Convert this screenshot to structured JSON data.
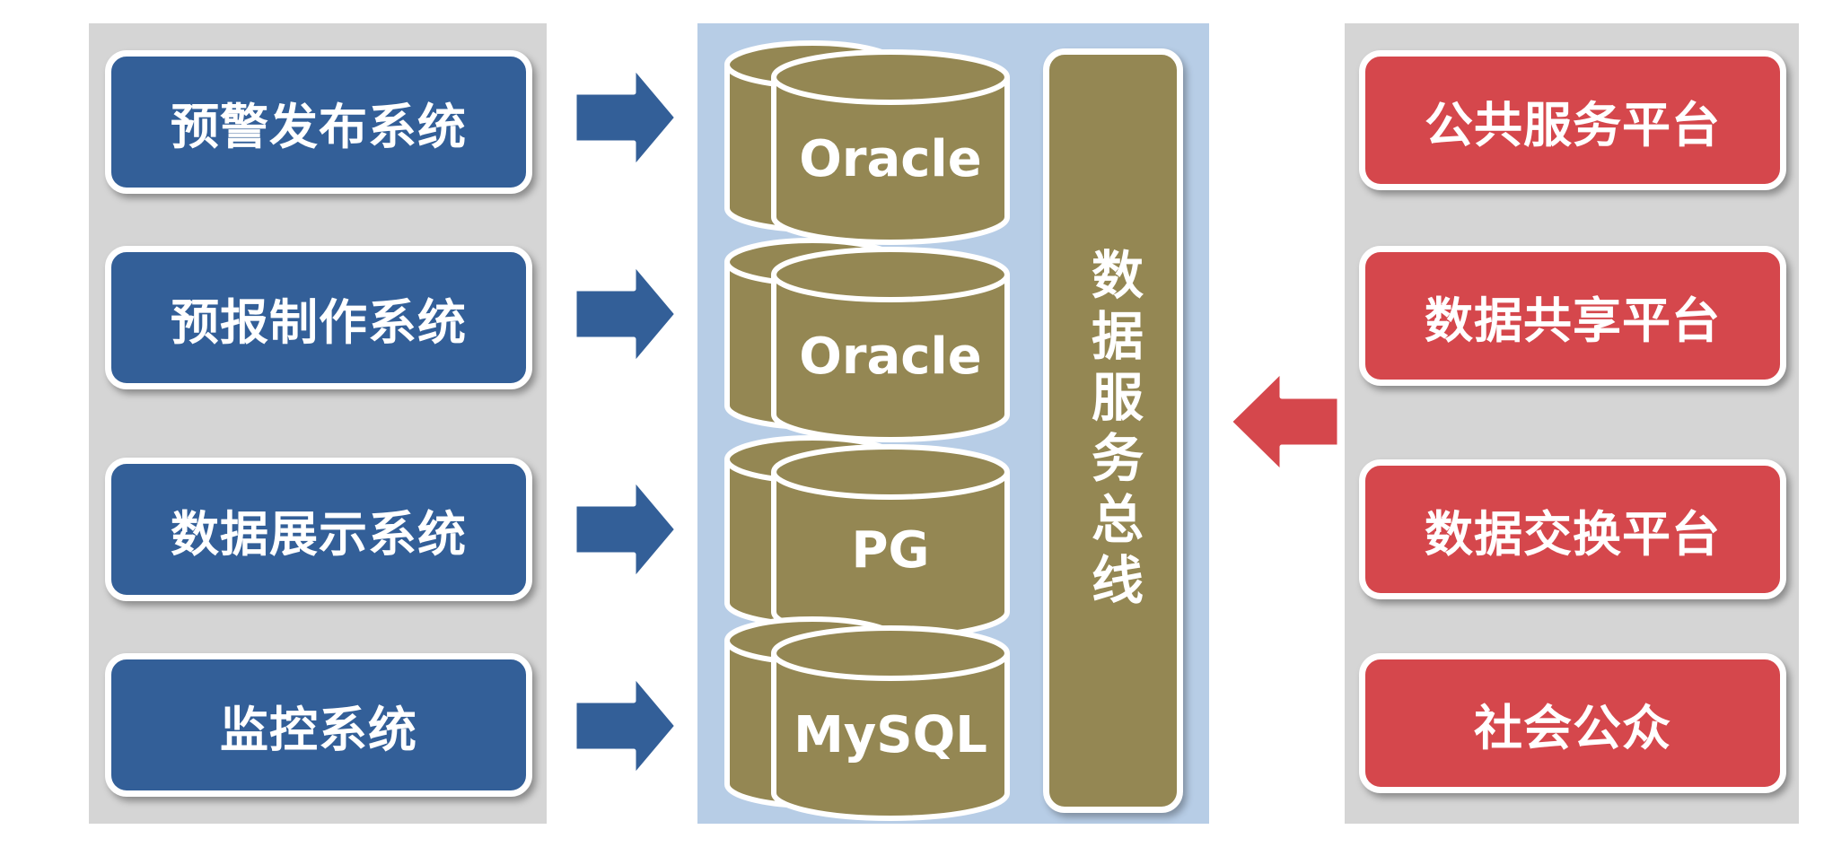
{
  "left_systems": [
    {
      "label": "预警发布系统"
    },
    {
      "label": "预报制作系统"
    },
    {
      "label": "数据展示系统"
    },
    {
      "label": "监控系统"
    }
  ],
  "databases": [
    {
      "label": "Oracle"
    },
    {
      "label": "Oracle"
    },
    {
      "label": "PG"
    },
    {
      "label": "MySQL"
    }
  ],
  "data_bus": {
    "label": "数据服务总线"
  },
  "right_platforms": [
    {
      "label": "公共服务平台"
    },
    {
      "label": "数据共享平台"
    },
    {
      "label": "数据交换平台"
    },
    {
      "label": "社会公众"
    }
  ],
  "colors": {
    "system_blue": "#335f98",
    "platform_red": "#d5474c",
    "database_olive": "#948753",
    "panel_gray": "#d5d5d5",
    "panel_light_blue": "#b7cde6"
  }
}
